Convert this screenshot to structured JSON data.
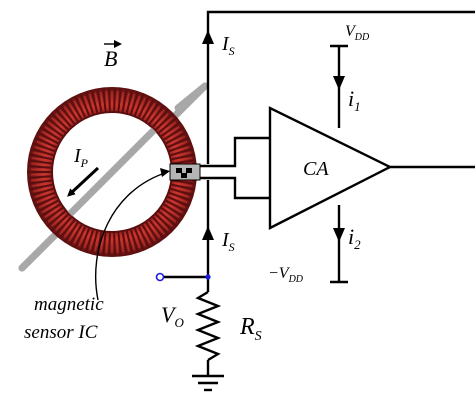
{
  "labels": {
    "b_field": "B",
    "primary_current": "I",
    "primary_current_sub": "P",
    "sense_current_top": "I",
    "sense_current_top_sub": "S",
    "sense_current_bottom": "I",
    "sense_current_bottom_sub": "S",
    "vdd": "V",
    "vdd_sub": "DD",
    "neg_vdd": "−V",
    "neg_vdd_sub": "DD",
    "i1": "i",
    "i1_sub": "1",
    "i2": "i",
    "i2_sub": "2",
    "amplifier": "CA",
    "vo": "V",
    "vo_sub": "O",
    "rs": "R",
    "rs_sub": "S",
    "sensor_line1": "magnetic",
    "sensor_line2": "sensor IC"
  },
  "colors": {
    "coil_dark": "#5a0e0e",
    "coil_light": "#c8352f",
    "coil_base": "#9b1c1c",
    "core_line": "#a8a8a8",
    "terminal": "#1a1adf",
    "wire": "#000000"
  }
}
